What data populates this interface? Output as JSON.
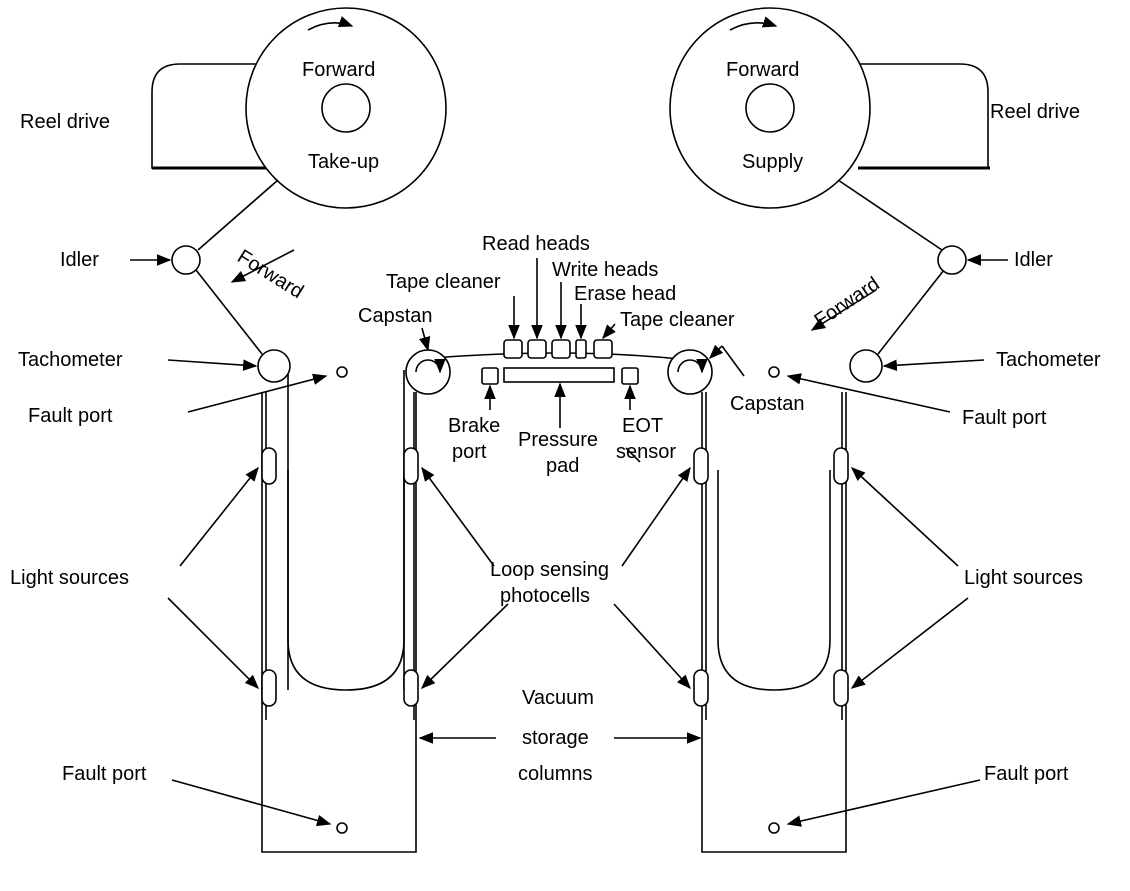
{
  "labels": {
    "reel_drive_left": "Reel drive",
    "reel_drive_right": "Reel drive",
    "forward_takeup_reel": "Forward",
    "takeup": "Take-up",
    "forward_supply_reel": "Forward",
    "supply": "Supply",
    "idler_left": "Idler",
    "idler_right": "Idler",
    "forward_left": "Forward",
    "forward_right": "Forward",
    "tachometer_left": "Tachometer",
    "tachometer_right": "Tachometer",
    "fault_port_upper_left": "Fault port",
    "fault_port_upper_right": "Fault port",
    "fault_port_lower_left": "Fault port",
    "fault_port_lower_right": "Fault port",
    "read_heads": "Read heads",
    "write_heads": "Write heads",
    "erase_head": "Erase head",
    "tape_cleaner_left": "Tape cleaner",
    "tape_cleaner_right": "Tape cleaner",
    "capstan_left": "Capstan",
    "capstan_right": "Capstan",
    "brake": "Brake",
    "port": "port",
    "pressure": "Pressure",
    "pad": "pad",
    "eot": "EOT",
    "sensor": "sensor",
    "light_sources_left": "Light sources",
    "light_sources_right": "Light sources",
    "loop_sensing": "Loop sensing",
    "photocells": "photocells",
    "vacuum": "Vacuum",
    "storage": "storage",
    "columns": "columns"
  }
}
